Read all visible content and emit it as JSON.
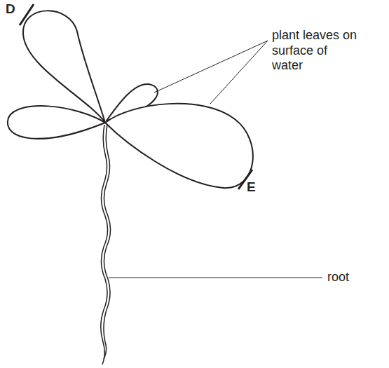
{
  "diagram": {
    "labels": [
      "D",
      "E",
      "plant leaves on surface of water",
      "root"
    ]
  }
}
